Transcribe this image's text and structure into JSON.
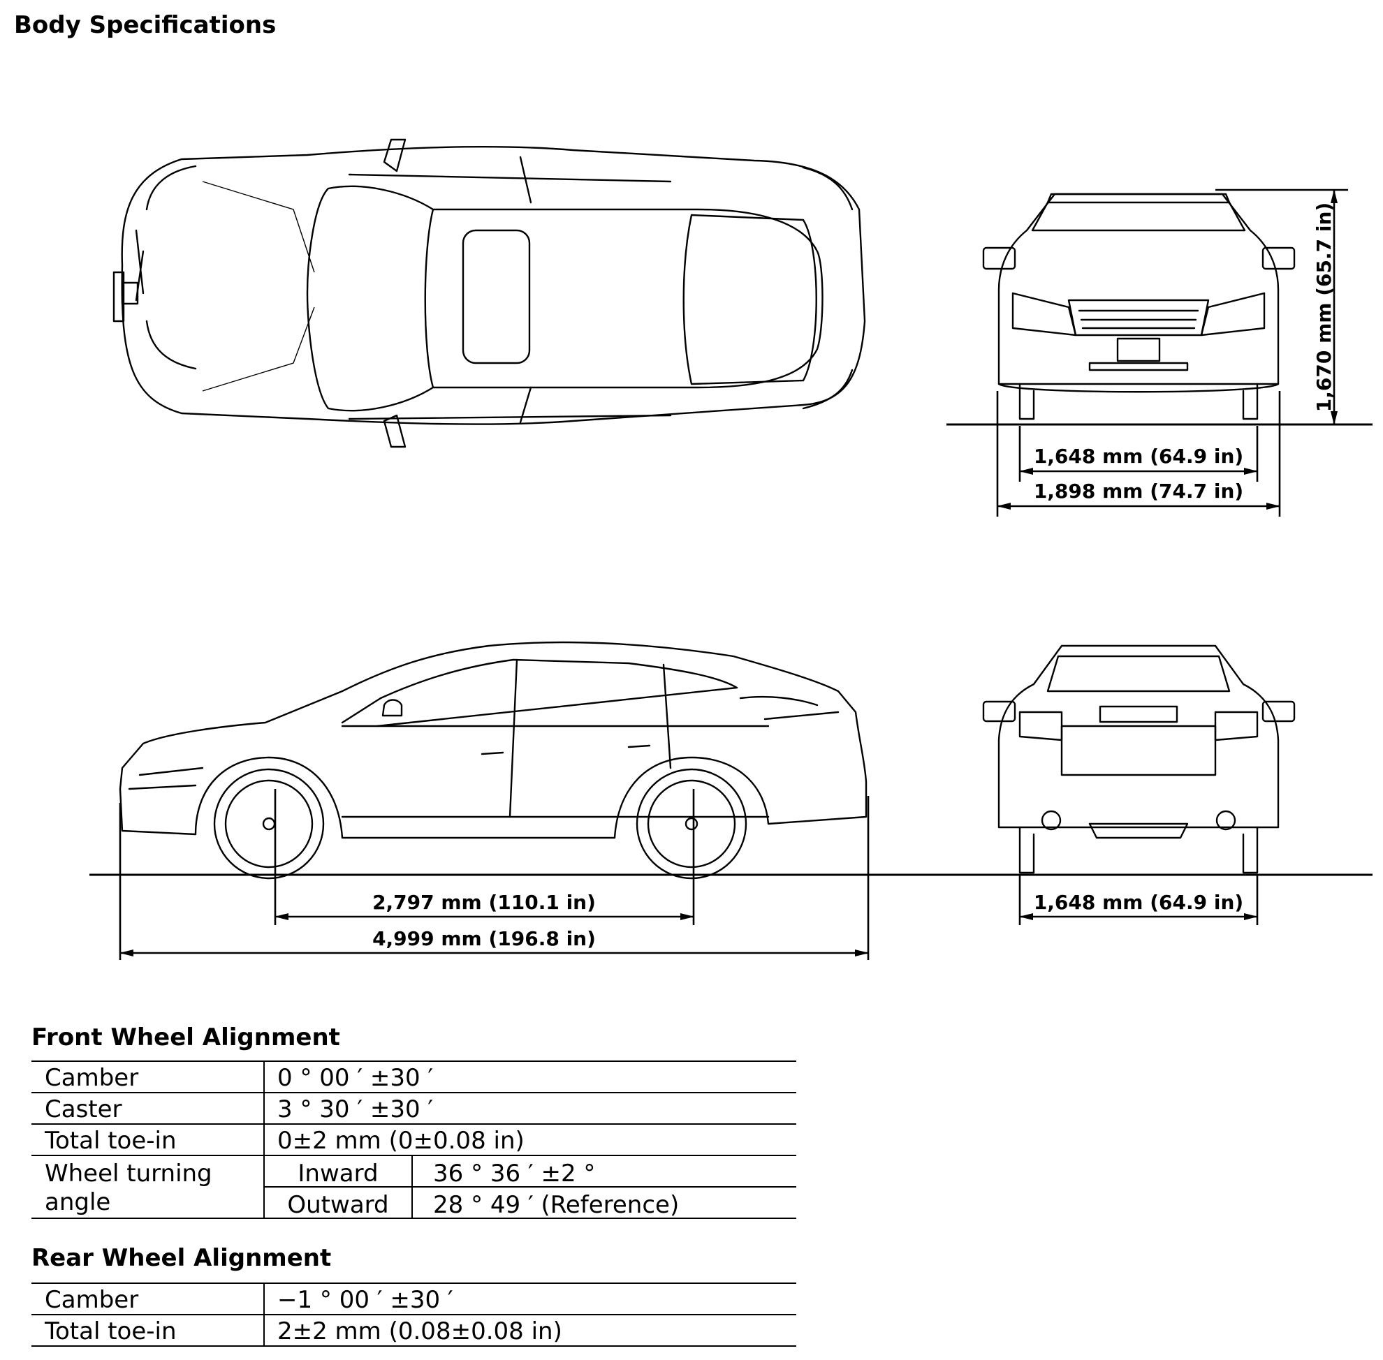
{
  "page": {
    "title": "Body Specifications"
  },
  "dimensions": {
    "front_tread": "1,648 mm (64.9 in)",
    "overall_width": "1,898 mm (74.7 in)",
    "overall_height": "1,670 mm (65.7 in)",
    "wheelbase": "2,797 mm (110.1 in)",
    "overall_length": "4,999 mm (196.8 in)",
    "rear_tread": "1,648 mm (64.9 in)"
  },
  "front_alignment": {
    "title": "Front Wheel Alignment",
    "camber_label": "Camber",
    "camber_value": "0 ° 00 ′ ±30 ′",
    "caster_label": "Caster",
    "caster_value": "3 ° 30 ′ ±30 ′",
    "toe_label": "Total toe-in",
    "toe_value": "0±2 mm (0±0.08 in)",
    "turning_label_line1": "Wheel turning",
    "turning_label_line2": "angle",
    "inward_label": "Inward",
    "inward_value": "36 ° 36 ′ ±2 °",
    "outward_label": "Outward",
    "outward_value": "28 ° 49 ′ (Reference)"
  },
  "rear_alignment": {
    "title": "Rear Wheel Alignment",
    "camber_label": "Camber",
    "camber_value": "−1 ° 00 ′ ±30 ′",
    "toe_label": "Total toe-in",
    "toe_value": "2±2 mm (0.08±0.08 in)"
  }
}
